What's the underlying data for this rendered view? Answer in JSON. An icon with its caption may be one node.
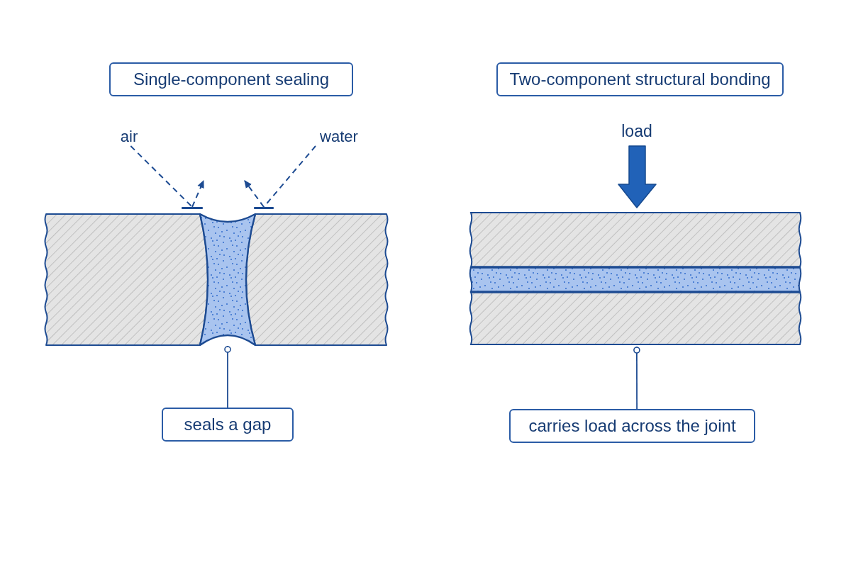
{
  "diagram": {
    "nodes": [
      {
        "text": [
          "Single-component sealing"
        ]
      },
      {
        "text": [
          "Two-component structural bonding"
        ]
      },
      {
        "text": [
          "air"
        ]
      },
      {
        "text": [
          "water"
        ]
      },
      {
        "text": [],
        "shape": "bar"
      },
      {
        "text": [],
        "shape": "bar"
      },
      {
        "text": [],
        "shape": "box"
      },
      {
        "text": [
          "seals a gap"
        ]
      },
      {
        "text": [],
        "shape": "box"
      },
      {
        "text": [
          "carries load across the joint"
        ]
      }
    ],
    "edges": [
      {
        "from": 2,
        "to": 4,
        "arrow": "none",
        "style": "dashed"
      },
      {
        "from": 4,
        "to": null,
        "arrow": "to",
        "style": "dashed"
      },
      {
        "from": 3,
        "to": 5,
        "arrow": "none",
        "style": "dashed"
      },
      {
        "from": 5,
        "to": null,
        "arrow": "to",
        "style": "dashed"
      },
      {
        "from": 7,
        "to": 6,
        "arrow": "other"
      },
      {
        "from": 9,
        "to": 8,
        "arrow": "other"
      }
    ],
    "labels": [
      "load"
    ]
  }
}
